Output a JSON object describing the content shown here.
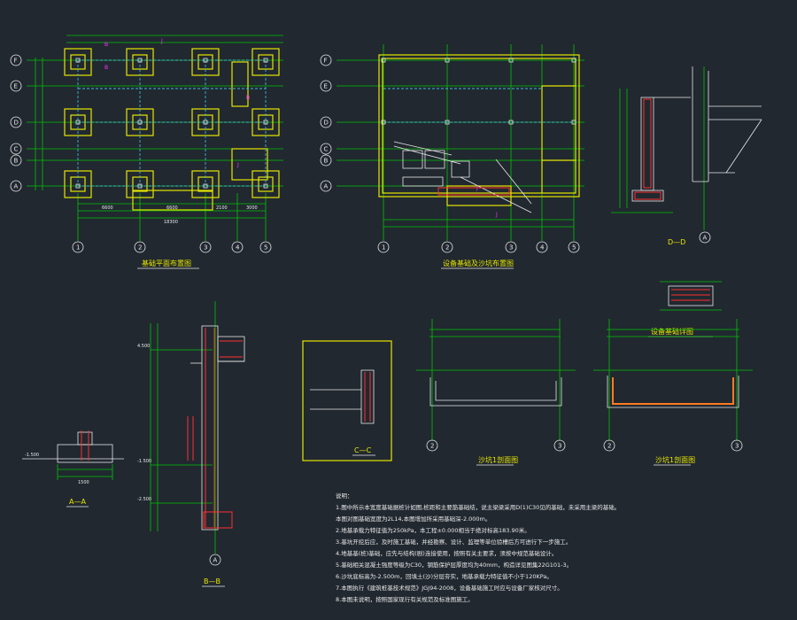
{
  "drawing_titles": {
    "foundation_plan": "基础平面布置图",
    "equipment_plan": "设备基础及沙坑布置图",
    "section_dd": "D—D",
    "section_aa": "A—A",
    "section_bb": "B—B",
    "section_cc": "C—C",
    "pit1_a": "沙坑1剖面图",
    "pit1_b": "沙坑1剖面图",
    "equipment_detail": "设备基础详图"
  },
  "grid_axes": {
    "columns": [
      "1",
      "2",
      "3",
      "4",
      "5"
    ],
    "rows": [
      "F",
      "E",
      "D",
      "C",
      "B",
      "A"
    ],
    "section_axis": "A"
  },
  "dimensions": {
    "total_width": "18300",
    "bay_1": "6600",
    "bay_2": "6600",
    "bay_3": "2100",
    "bay_4": "3000",
    "bb_level_top": "4.500",
    "bb_level_mid": "-1.500",
    "bb_level_bottom": "-2.500",
    "aa_level": "-1.500",
    "aa_width": "1500"
  },
  "notes": {
    "heading": "说明：",
    "items": [
      "1.图中所示本宽度基础据桩计如图,桩距和主要筋基础结，说主梁梁采用D(1)C30见的基础，未采用主梁的基础。",
      "本图对图基础宽度为2L14,本图增加所采用基础深-2.000m。",
      "2.地基承载力特征值为250kPa，本工程±0.000相当于绝对标高183.90米。",
      "3.基坑开挖后应，及时施工基础，并经勘察、设计、监理等单位验槽后方可进行下一步施工。",
      "4.地基基(桩)基础，应先与结构(剧)连接使用，按照有关主要求，须按中规范基础设计。",
      "5.基础相关混凝土强度等级为C30，钢筋保护层厚度均为40mm，构造详见图集22G101-3。",
      "6.沙坑底标高为-2.500m，回填土(沙)分层夯实，地基承载力特征值不小于120KPa。",
      "7.本图执行《建筑桩基技术规范》JGJ94-2008，设备基础施工时应与设备厂家核对尺寸。",
      "8.本图未说明，按照国家现行有关规范及标准图施工。"
    ]
  },
  "colors": {
    "background": "#212830",
    "dim_lines": "#00c400",
    "outline": "#e6e600",
    "structure": "#e8e8e8",
    "rebar": "#ff3030",
    "cyan_beams": "#3fb8d8",
    "magenta_text": "#ff33ff",
    "pit_lining": "#ff7a20"
  }
}
